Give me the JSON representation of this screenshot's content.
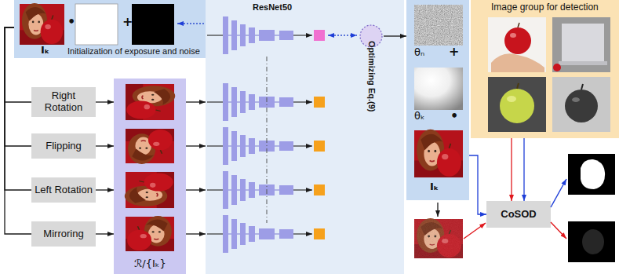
{
  "diagram": {
    "nodes": [
      {
        "text": [
          "Iₖ",
          "Initialization of exposure and noise"
        ]
      },
      {
        "text": [
          "Right Rotation"
        ]
      },
      {
        "text": [
          "Flipping"
        ]
      },
      {
        "text": [
          "Left Rotation"
        ]
      },
      {
        "text": [
          "Mirroring"
        ]
      },
      {
        "text": [
          "ℛ/{Iₖ}"
        ]
      },
      {
        "text": [
          "ResNet50"
        ]
      },
      {
        "text": [
          "Optimizing Eq.(9)"
        ]
      },
      {
        "text": [
          "θₙ",
          "θₖ",
          "Iₖ"
        ]
      },
      {
        "text": [
          "Image group for detection"
        ]
      },
      {
        "text": [
          "CoSOD"
        ]
      }
    ],
    "edges": [
      {
        "from": 0,
        "to": 1,
        "arrow": "none"
      },
      {
        "from": 0,
        "to": 2,
        "arrow": "none"
      },
      {
        "from": 0,
        "to": 3,
        "arrow": "none"
      },
      {
        "from": 0,
        "to": 4,
        "arrow": "none"
      },
      {
        "from": 1,
        "to": 5,
        "arrow": "to"
      },
      {
        "from": 2,
        "to": 5,
        "arrow": "to"
      },
      {
        "from": 3,
        "to": 5,
        "arrow": "to"
      },
      {
        "from": 4,
        "to": 5,
        "arrow": "to"
      },
      {
        "from": 5,
        "to": 6,
        "arrow": "to"
      },
      {
        "from": 5,
        "to": 6,
        "arrow": "to"
      },
      {
        "from": 5,
        "to": 6,
        "arrow": "to"
      },
      {
        "from": 5,
        "to": 6,
        "arrow": "to"
      },
      {
        "from": 7,
        "to": 8,
        "arrow": "to"
      },
      {
        "from": 8,
        "to": 10,
        "arrow": "to"
      },
      {
        "from": 9,
        "to": 10,
        "arrow": "to"
      },
      {
        "from": 9,
        "to": 10,
        "arrow": "to"
      }
    ],
    "labels": [
      "•",
      "+",
      "+",
      "•"
    ]
  }
}
